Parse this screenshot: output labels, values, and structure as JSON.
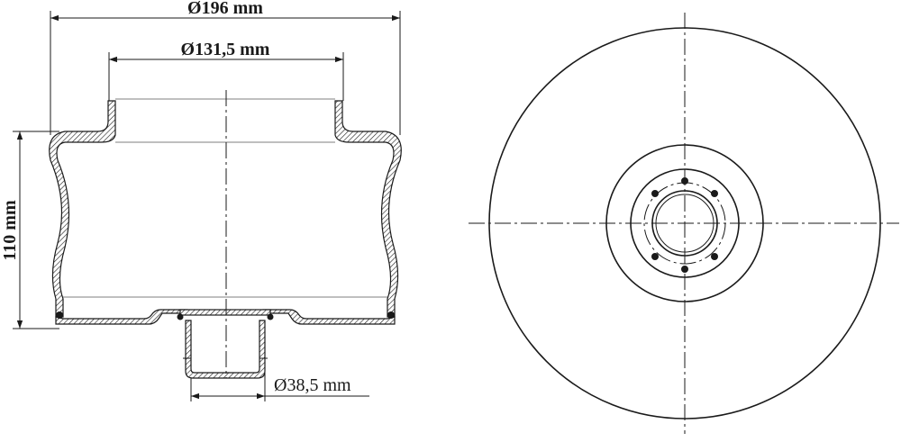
{
  "dimensions": {
    "outer_diameter": "Ø196 mm",
    "inner_diameter": "Ø131,5 mm",
    "height": "110 mm",
    "port_diameter": "Ø38,5 mm"
  },
  "colors": {
    "line": "#1a1a1a",
    "background": "#ffffff"
  }
}
